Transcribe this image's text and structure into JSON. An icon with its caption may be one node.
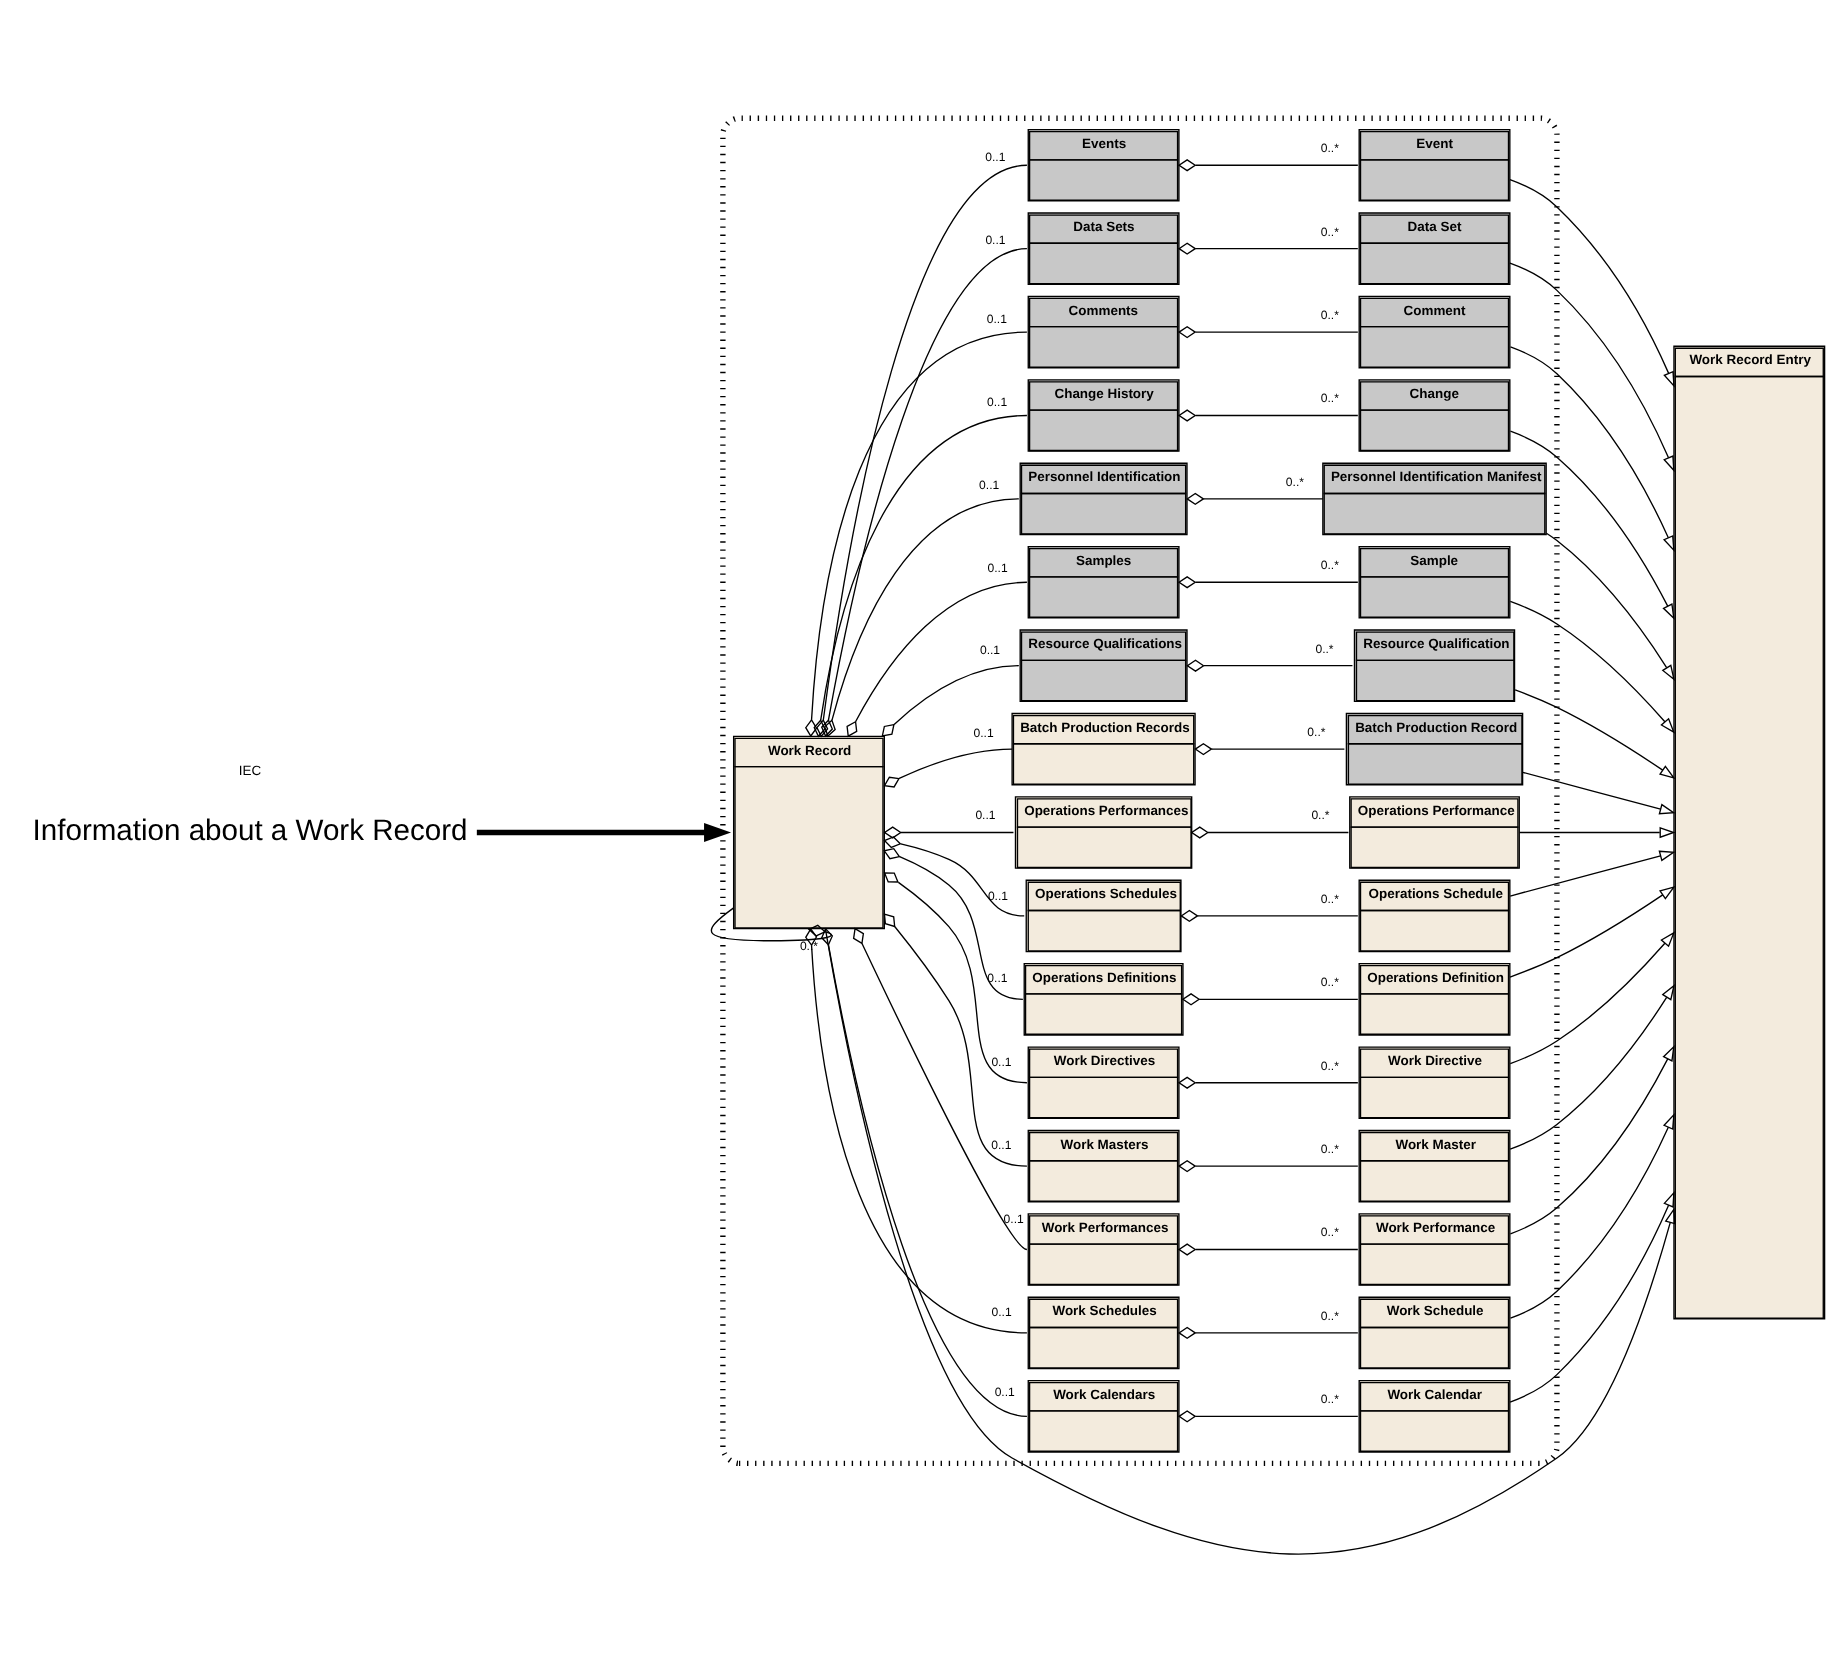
{
  "diagram": {
    "nodes": [
      {
        "text": [
          "Information about a Work Record"
        ]
      },
      {
        "text": [],
        "shape": "box"
      },
      {
        "text": [
          "Work Record"
        ],
        "in": 1
      },
      {
        "text": [
          "Events"
        ],
        "in": 1
      },
      {
        "text": [
          "Event"
        ],
        "in": 1
      },
      {
        "text": [
          "Data Sets"
        ],
        "in": 1
      },
      {
        "text": [
          "Data Set"
        ],
        "in": 1
      },
      {
        "text": [
          "Comments"
        ],
        "in": 1
      },
      {
        "text": [
          "Comment"
        ],
        "in": 1
      },
      {
        "text": [
          "Change History"
        ],
        "in": 1
      },
      {
        "text": [
          "Change"
        ],
        "in": 1
      },
      {
        "text": [
          "Personnel Identification"
        ],
        "in": 1
      },
      {
        "text": [
          "Personnel Identification Manifest"
        ],
        "in": 1
      },
      {
        "text": [
          "Samples"
        ],
        "in": 1
      },
      {
        "text": [
          "Sample"
        ],
        "in": 1
      },
      {
        "text": [
          "Resource Qualifications"
        ],
        "in": 1
      },
      {
        "text": [
          "Resource Qualification"
        ],
        "in": 1
      },
      {
        "text": [
          "Batch Production Records"
        ],
        "in": 1
      },
      {
        "text": [
          "Batch Production Record"
        ],
        "in": 1
      },
      {
        "text": [
          "Operations Performances"
        ],
        "in": 1
      },
      {
        "text": [
          "Operations Performance"
        ],
        "in": 1
      },
      {
        "text": [
          "Operations Schedules"
        ],
        "in": 1
      },
      {
        "text": [
          "Operations Schedule"
        ],
        "in": 1
      },
      {
        "text": [
          "Operations Definitions"
        ],
        "in": 1
      },
      {
        "text": [
          "Operations Definition"
        ],
        "in": 1
      },
      {
        "text": [
          "Work Directives"
        ],
        "in": 1
      },
      {
        "text": [
          "Work Directive"
        ],
        "in": 1
      },
      {
        "text": [
          "Work Masters"
        ],
        "in": 1
      },
      {
        "text": [
          "Work Master"
        ],
        "in": 1
      },
      {
        "text": [
          "Work Performances"
        ],
        "in": 1
      },
      {
        "text": [
          "Work Performance"
        ],
        "in": 1
      },
      {
        "text": [
          "Work Schedules"
        ],
        "in": 1
      },
      {
        "text": [
          "Work Schedule"
        ],
        "in": 1
      },
      {
        "text": [
          "Work Calendars"
        ],
        "in": 1
      },
      {
        "text": [
          "Work Calendar"
        ],
        "in": 1
      },
      {
        "text": [
          "Work Record Entry"
        ]
      }
    ],
    "edges": [
      {
        "from": 0,
        "to": 1,
        "arrow": "to",
        "style": "thick"
      },
      {
        "from": 2,
        "to": 2,
        "arrow": "other",
        "label": "0..*"
      },
      {
        "from": 2,
        "to": 35,
        "arrow": "to"
      },
      {
        "from": 2,
        "to": 3,
        "arrow": "other",
        "label": "0..1"
      },
      {
        "from": 3,
        "to": 4,
        "arrow": "other",
        "label": "0..*"
      },
      {
        "from": 4,
        "to": 35,
        "arrow": "to"
      },
      {
        "from": 2,
        "to": 5,
        "arrow": "other",
        "label": "0..1"
      },
      {
        "from": 5,
        "to": 6,
        "arrow": "other",
        "label": "0..*"
      },
      {
        "from": 6,
        "to": 35,
        "arrow": "to"
      },
      {
        "from": 2,
        "to": 7,
        "arrow": "other",
        "label": "0..1"
      },
      {
        "from": 7,
        "to": 8,
        "arrow": "other",
        "label": "0..*"
      },
      {
        "from": 8,
        "to": 35,
        "arrow": "to"
      },
      {
        "from": 2,
        "to": 9,
        "arrow": "other",
        "label": "0..1"
      },
      {
        "from": 9,
        "to": 10,
        "arrow": "other",
        "label": "0..*"
      },
      {
        "from": 10,
        "to": 35,
        "arrow": "to"
      },
      {
        "from": 2,
        "to": 11,
        "arrow": "other",
        "label": "0..1"
      },
      {
        "from": 11,
        "to": 12,
        "arrow": "other",
        "label": "0..*"
      },
      {
        "from": 12,
        "to": 35,
        "arrow": "to"
      },
      {
        "from": 2,
        "to": 13,
        "arrow": "other",
        "label": "0..1"
      },
      {
        "from": 13,
        "to": 14,
        "arrow": "other",
        "label": "0..*"
      },
      {
        "from": 14,
        "to": 35,
        "arrow": "to"
      },
      {
        "from": 2,
        "to": 15,
        "arrow": "other",
        "label": "0..1"
      },
      {
        "from": 15,
        "to": 16,
        "arrow": "other",
        "label": "0..*"
      },
      {
        "from": 16,
        "to": 35,
        "arrow": "to"
      },
      {
        "from": 2,
        "to": 17,
        "arrow": "other",
        "label": "0..1"
      },
      {
        "from": 17,
        "to": 18,
        "arrow": "other",
        "label": "0..*"
      },
      {
        "from": 18,
        "to": 35,
        "arrow": "to"
      },
      {
        "from": 2,
        "to": 19,
        "arrow": "other",
        "label": "0..1"
      },
      {
        "from": 19,
        "to": 20,
        "arrow": "other",
        "label": "0..*"
      },
      {
        "from": 20,
        "to": 35,
        "arrow": "to"
      },
      {
        "from": 2,
        "to": 21,
        "arrow": "other",
        "label": "0..1"
      },
      {
        "from": 21,
        "to": 22,
        "arrow": "other",
        "label": "0..*"
      },
      {
        "from": 22,
        "to": 35,
        "arrow": "to"
      },
      {
        "from": 2,
        "to": 23,
        "arrow": "other",
        "label": "0..1"
      },
      {
        "from": 23,
        "to": 24,
        "arrow": "other",
        "label": "0..*"
      },
      {
        "from": 24,
        "to": 35,
        "arrow": "to"
      },
      {
        "from": 2,
        "to": 25,
        "arrow": "other",
        "label": "0..1"
      },
      {
        "from": 25,
        "to": 26,
        "arrow": "other",
        "label": "0..*"
      },
      {
        "from": 26,
        "to": 35,
        "arrow": "to"
      },
      {
        "from": 2,
        "to": 27,
        "arrow": "other",
        "label": "0..1"
      },
      {
        "from": 27,
        "to": 28,
        "arrow": "other",
        "label": "0..*"
      },
      {
        "from": 28,
        "to": 35,
        "arrow": "to"
      },
      {
        "from": 2,
        "to": 29,
        "arrow": "other",
        "label": "0..1"
      },
      {
        "from": 29,
        "to": 30,
        "arrow": "other",
        "label": "0..*"
      },
      {
        "from": 30,
        "to": 35,
        "arrow": "to"
      },
      {
        "from": 2,
        "to": 31,
        "arrow": "other",
        "label": "0..1"
      },
      {
        "from": 31,
        "to": 32,
        "arrow": "other",
        "label": "0..*"
      },
      {
        "from": 32,
        "to": 35,
        "arrow": "to"
      },
      {
        "from": 2,
        "to": 33,
        "arrow": "other",
        "label": "0..1"
      },
      {
        "from": 33,
        "to": 34,
        "arrow": "other",
        "label": "0..*"
      },
      {
        "from": 34,
        "to": 35,
        "arrow": "to"
      }
    ],
    "labels": [
      "IEC"
    ]
  }
}
